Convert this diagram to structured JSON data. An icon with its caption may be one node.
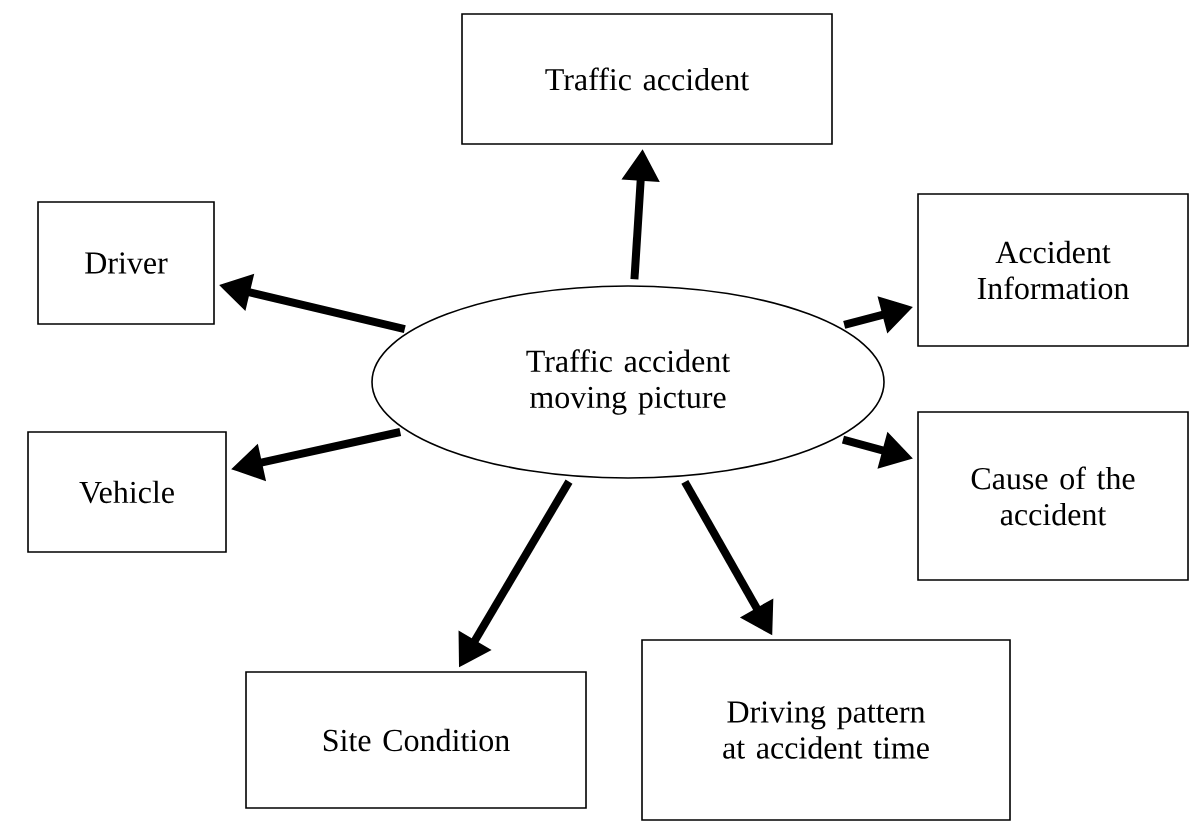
{
  "diagram": {
    "nodes": [
      {
        "text": [
          "Traffic accident"
        ]
      },
      {
        "text": [
          "Driver"
        ]
      },
      {
        "text": [
          "Accident Information"
        ]
      },
      {
        "text": [
          "Traffic accident moving picture"
        ]
      },
      {
        "text": [
          "Vehicle"
        ]
      },
      {
        "text": [
          "Cause of the accident"
        ]
      },
      {
        "text": [
          "Site Condition"
        ]
      },
      {
        "text": [
          "Driving pattern at accident time"
        ]
      }
    ],
    "edges": [
      {
        "from": 3,
        "to": 0,
        "arrow": "to"
      },
      {
        "from": 3,
        "to": 1,
        "arrow": "to"
      },
      {
        "from": 3,
        "to": 2,
        "arrow": "to"
      },
      {
        "from": 3,
        "to": 4,
        "arrow": "to"
      },
      {
        "from": 3,
        "to": 5,
        "arrow": "to"
      },
      {
        "from": 3,
        "to": 6,
        "arrow": "to"
      },
      {
        "from": 3,
        "to": 7,
        "arrow": "to"
      }
    ]
  }
}
